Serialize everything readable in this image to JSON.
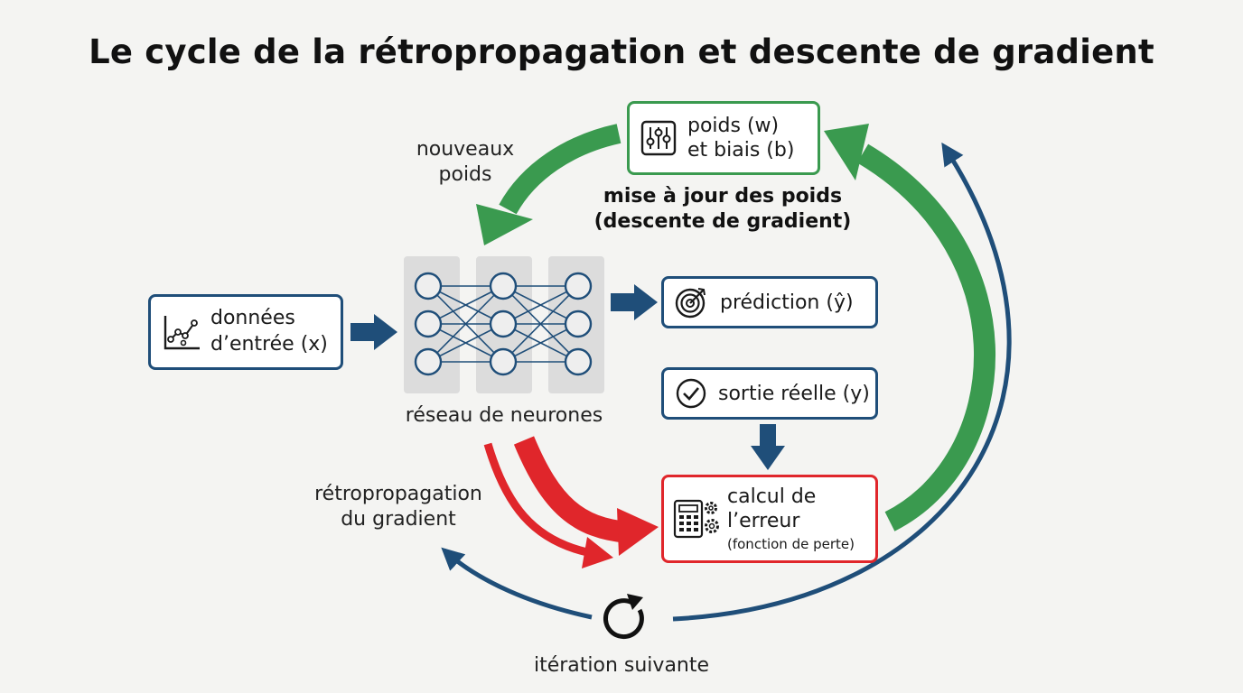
{
  "title": "Le cycle de la rétropropagation et descente de gradient",
  "colors": {
    "blue": "#1f4e79",
    "green": "#3a9a4f",
    "red": "#e0262b",
    "panel": "#dcdcdc",
    "dark": "#1a1a1a"
  },
  "nodes": {
    "weights": {
      "line1": "poids (w)",
      "line2": "et biais (b)",
      "icon": "sliders-icon"
    },
    "input": {
      "line1": "données",
      "line2": "d’entrée (x)",
      "icon": "scatter-plot-icon"
    },
    "prediction": {
      "label": "prédiction (ŷ)",
      "icon": "target-icon"
    },
    "actual": {
      "label": "sortie réelle (y)",
      "icon": "check-circle-icon"
    },
    "loss": {
      "line1": "calcul de",
      "line2": "l’erreur",
      "line3": "(fonction de perte)",
      "icon": "calculator-icon"
    },
    "network": {
      "label": "réseau de neurones"
    }
  },
  "labels": {
    "new_weights_line1": "nouveaux",
    "new_weights_line2": "poids",
    "update_line1": "mise à jour des poids",
    "update_line2": "(descente de gradient)",
    "backprop_line1": "rétropropagation",
    "backprop_line2": "du gradient",
    "next_iteration": "itération suivante"
  }
}
